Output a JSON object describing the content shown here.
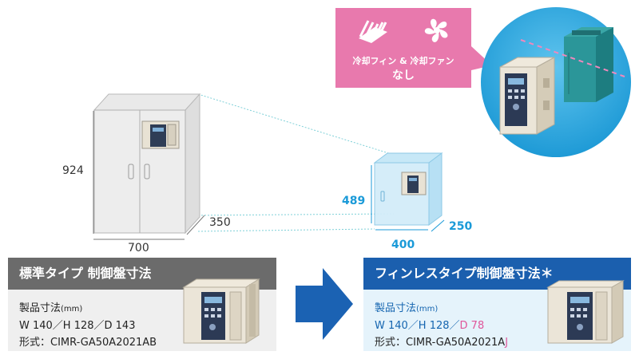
{
  "standard_cabinet": {
    "height_label": "924",
    "width_label": "700",
    "depth_label": "350"
  },
  "finless_cabinet": {
    "height_label": "489",
    "width_label": "400",
    "depth_label": "250"
  },
  "callout": {
    "line1": "冷却フィン & 冷却ファン",
    "line2": "なし"
  },
  "standard_panel": {
    "title": "標準タイプ 制御盤寸法",
    "spec_heading": "製品寸法",
    "spec_unit": "(mm)",
    "dims": "W 140／H 128／D 143",
    "model": "形式：CIMR-GA50A2021AB"
  },
  "finless_panel": {
    "title": "フィンレスタイプ制御盤寸法＊",
    "spec_heading": "製品寸法",
    "spec_unit": "(mm)",
    "dims_prefix": "W 140／H 128／",
    "dims_depth": "D 78",
    "model_prefix": "形式：CIMR-GA50A2021A",
    "model_suffix": "J"
  },
  "colors": {
    "callout_pink": "#e879ad",
    "header_gray": "#6b6b6b",
    "header_blue": "#1b5fae",
    "panel_blue_bg": "#e5f3fb",
    "panel_gray_bg": "#efefef",
    "arrow_blue": "#1b62b3",
    "accent_blue": "#1a9ad8",
    "accent_pink": "#e0569a"
  }
}
